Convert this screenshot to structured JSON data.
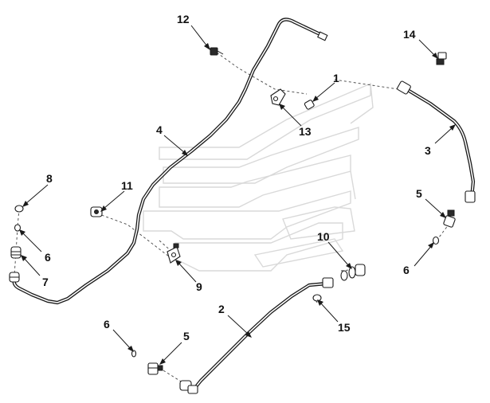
{
  "callouts": {
    "c1": "1",
    "c2": "2",
    "c3": "3",
    "c4": "4",
    "c5a": "5",
    "c5b": "5",
    "c6a": "6",
    "c6b": "6",
    "c6c": "6",
    "c7": "7",
    "c8": "8",
    "c9": "9",
    "c10": "10",
    "c11": "11",
    "c12": "12",
    "c13": "13",
    "c14": "14",
    "c15": "15"
  }
}
